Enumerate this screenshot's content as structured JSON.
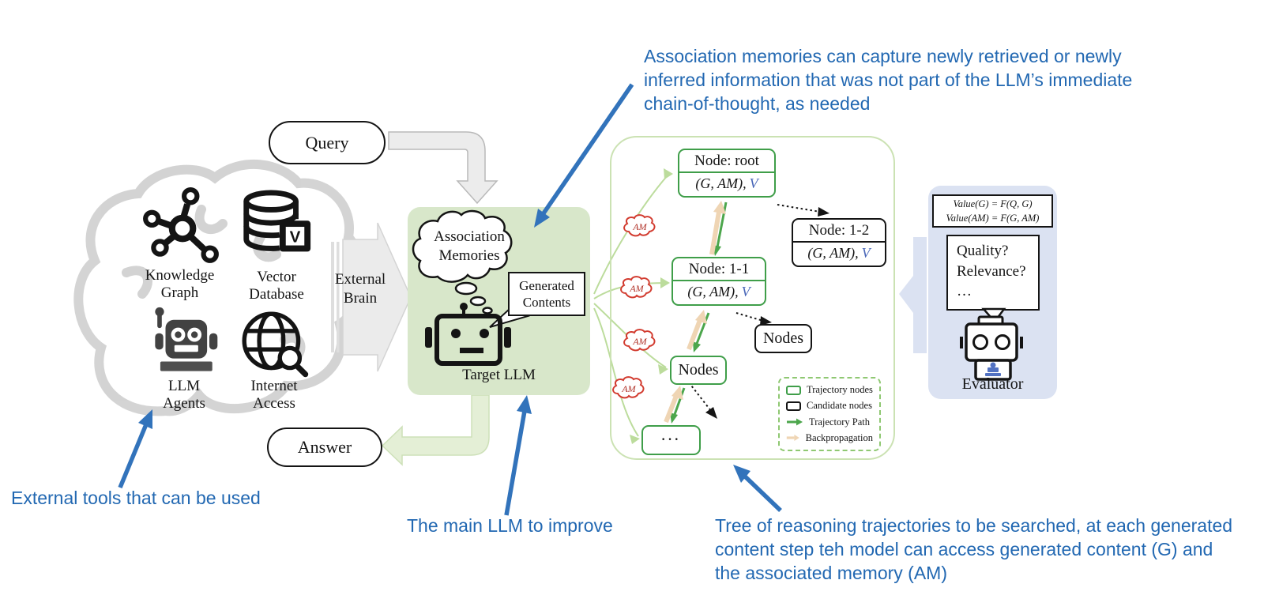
{
  "annotations": {
    "top": "Association memories can capture newly retrieved or newly inferred information that was not part of the LLM’s immediate chain-of-thought, as needed",
    "external_tools": "External tools that can be used",
    "main_llm": "The main LLM to improve",
    "tree": "Tree of reasoning trajectories to be searched, at each generated content step teh model can access generated content (G) and the associated memory (AM)"
  },
  "flow": {
    "query": "Query",
    "answer": "Answer",
    "external_brain": "External Brain"
  },
  "external_tools": {
    "knowledge_graph": "Knowledge Graph",
    "vector_database": "Vector Database",
    "vector_badge": "V",
    "llm_agents": "LLM Agents",
    "internet_access": "Internet Access"
  },
  "target_llm": {
    "thought": "Association Memories",
    "speech": "Generated Contents",
    "caption": "Target LLM"
  },
  "tree": {
    "am": "AM",
    "root": {
      "title": "Node: root",
      "value": "(G, AM),",
      "v": "V"
    },
    "node12": {
      "title": "Node: 1-2",
      "value": "(G, AM),",
      "v": "V"
    },
    "node11": {
      "title": "Node: 1-1",
      "value": "(G, AM),",
      "v": "V"
    },
    "candidate": "Nodes",
    "trajectory": "Nodes",
    "more": "···",
    "legend": [
      {
        "label": "Trajectory nodes"
      },
      {
        "label": "Candidate nodes"
      },
      {
        "label": "Trajectory Path"
      },
      {
        "label": "Backpropagation"
      }
    ]
  },
  "evaluator": {
    "formulas": [
      "Value(G) = F(Q, G)",
      "Value(AM) = F(G, AM)"
    ],
    "bubble": [
      "Quality?",
      "Relevance?",
      "…"
    ],
    "caption": "Evaluator"
  },
  "colors": {
    "annotation_blue": "#2268b2",
    "node_green": "#3f9e49",
    "trajectory_green": "#4ca64c",
    "backprop_tan": "#efd5b4",
    "am_red": "#d23b2f",
    "value_blue": "#4a67b8",
    "llm_box_green": "#d8e7ca",
    "evaluator_lavender": "#dbe2f2"
  }
}
